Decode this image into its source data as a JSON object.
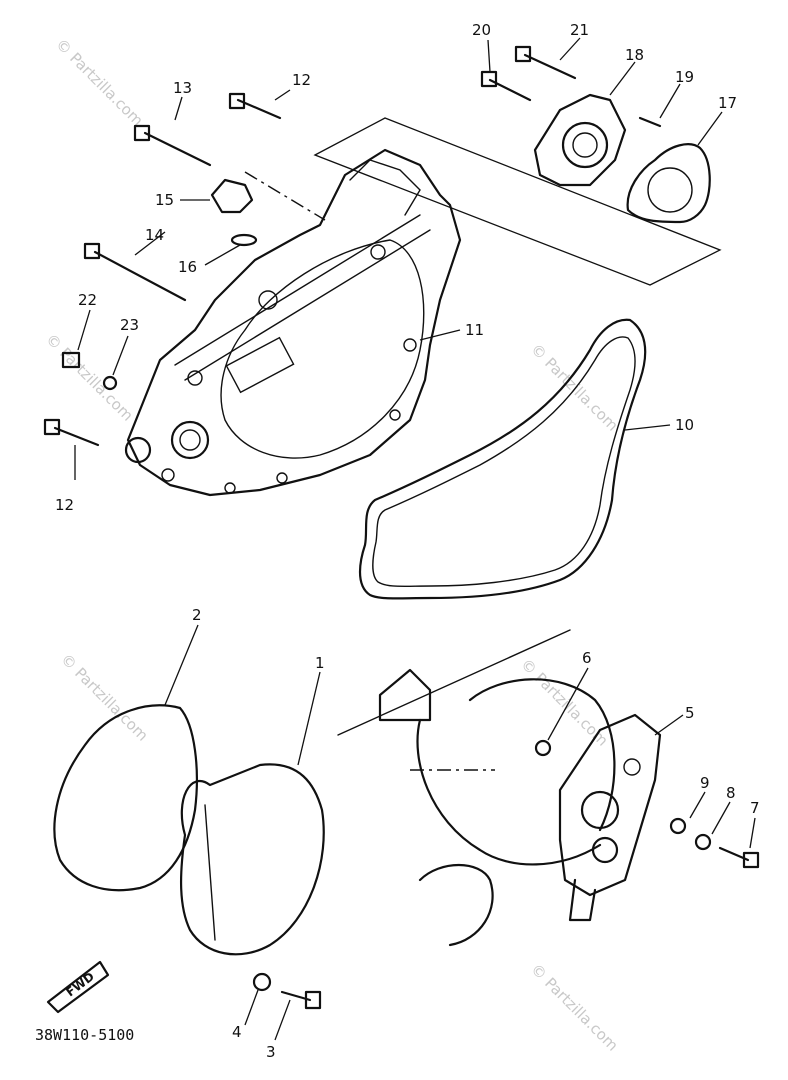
{
  "diagram_code": "38W110-5100",
  "fwd_label": "FWD",
  "watermark": "© Partzilla.com",
  "callouts": {
    "c1": "1",
    "c2": "2",
    "c3": "3",
    "c4": "4",
    "c5": "5",
    "c6": "6",
    "c7": "7",
    "c8": "8",
    "c9": "9",
    "c10": "10",
    "c11": "11",
    "c12a": "12",
    "c12b": "12",
    "c13": "13",
    "c14": "14",
    "c15": "15",
    "c16": "16",
    "c17": "17",
    "c18": "18",
    "c19": "19",
    "c20": "20",
    "c21": "21",
    "c22": "22",
    "c23": "23"
  }
}
